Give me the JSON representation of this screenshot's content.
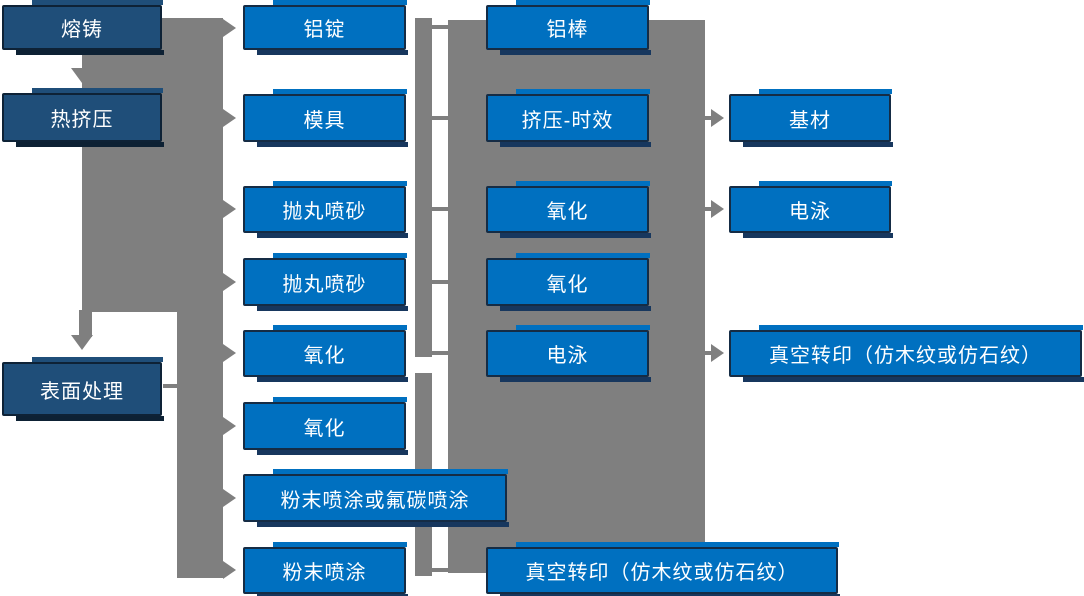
{
  "flowchart": {
    "description": "Aluminium profile production process flow diagram",
    "columns": [
      {
        "role": "main-process-stages",
        "boxes": [
          "熔铸",
          "热挤压",
          "表面处理"
        ]
      },
      {
        "role": "process-step-column-2",
        "boxes": [
          "铝锭",
          "模具",
          "抛丸喷砂",
          "抛丸喷砂",
          "氧化",
          "氧化",
          "粉末喷涂或氟碳喷涂",
          "粉末喷涂"
        ]
      },
      {
        "role": "process-step-column-3",
        "boxes": [
          "铝棒",
          "挤压-时效",
          "氧化",
          "氧化",
          "电泳",
          "真空转印（仿木纹或仿石纹）"
        ]
      },
      {
        "role": "process-step-column-4",
        "boxes": [
          "基材",
          "电泳",
          "真空转印（仿木纹或仿石纹）"
        ]
      }
    ],
    "connections": {
      "down_arrows": [
        "熔铸 → 热挤压",
        "热挤压 → 表面处理"
      ],
      "column1_to_column2_arrows": 8,
      "column2_to_column3_links": 6,
      "column3_to_column4_arrows": [
        "挤压-时效 → 基材",
        "氧化 → 电泳",
        "电泳 → 真空转印（仿木纹或仿石纹）"
      ]
    },
    "colors": {
      "stage_box": "#1F4E79",
      "step_box": "#0070C0",
      "connector": "#7F7F7F",
      "box_text": "#FFFFFF",
      "background": "#FFFFFF"
    }
  }
}
